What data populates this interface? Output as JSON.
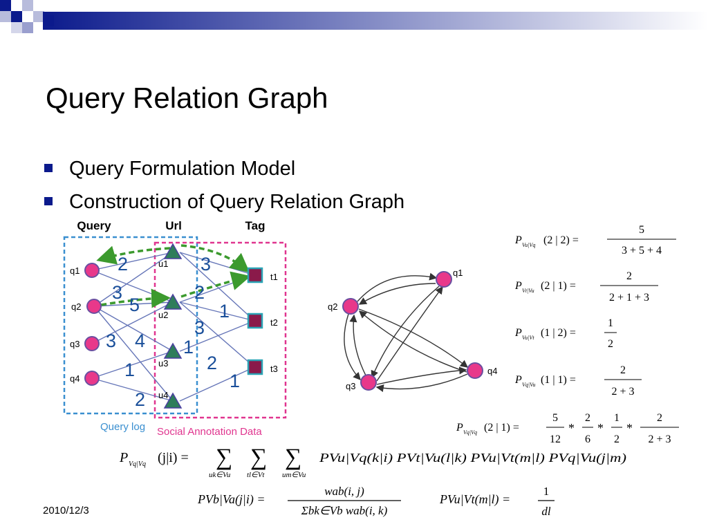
{
  "slide": {
    "title": "Query Relation Graph",
    "bullets": [
      "Query Formulation Model",
      "Construction of Query Relation Graph"
    ],
    "date": "2010/12/3"
  },
  "diagram": {
    "column_headers": {
      "query": "Query",
      "url": "Url",
      "tag": "Tag"
    },
    "group_labels": {
      "query_log": "Query log",
      "social": "Social Annotation Data"
    },
    "query_nodes": [
      "q1",
      "q2",
      "q3",
      "q4"
    ],
    "url_nodes": [
      "u1",
      "u2",
      "u3",
      "u4"
    ],
    "tag_nodes": [
      "t1",
      "t2",
      "t3"
    ],
    "weights_left": [
      "2",
      "3",
      "5",
      "3",
      "4",
      "1",
      "2"
    ],
    "weights_right": [
      "3",
      "2",
      "1",
      "3",
      "1",
      "2",
      "1"
    ],
    "colors": {
      "query": "#e8388a",
      "url": "#2e7d5a",
      "tag": "#8a1a4a",
      "blue_box": "#3a8fd0",
      "pink_box": "#e0358f",
      "weight_text": "#1a4f9a",
      "green_arrow": "#3c9a2e"
    }
  },
  "relation_graph": {
    "nodes": [
      "q1",
      "q2",
      "q3",
      "q4"
    ]
  },
  "probabilities": [
    {
      "label": "P",
      "sub": "Vu|Vq",
      "args": "(2 | 2) =",
      "num": "5",
      "den": "3 + 5 + 4"
    },
    {
      "label": "P",
      "sub": "Vt|Vu",
      "args": "(2 | 1) =",
      "num": "2",
      "den": "2 + 1 + 3"
    },
    {
      "label": "P",
      "sub": "Vu|Vt",
      "args": "(1 | 2) =",
      "num": "1",
      "den": "2"
    },
    {
      "label": "P",
      "sub": "Vq|Vu",
      "args": "(1 | 1) =",
      "num": "2",
      "den": "2 + 3"
    },
    {
      "label": "P",
      "sub": "Vq|Vq",
      "args": "(2 | 1) =",
      "num": "5",
      "den": "12"
    }
  ],
  "chain": {
    "f2_num": "2",
    "f2_den": "6",
    "f3_num": "1",
    "f3_den": "2",
    "f4_num": "2",
    "f4_den": "2 + 3",
    "star": "*"
  },
  "formulas": {
    "main_lhs": "P",
    "main_sub": "Vq|Vq",
    "main_args": "(j|i) =",
    "main_sums": [
      "uk∈Vu",
      "tl∈Vt",
      "um∈Vu"
    ],
    "main_terms": "PVu|Vq(k|i) PVt|Vu(l|k) PVu|Vt(m|l) PVq|Vu(j|m)",
    "vb_lhs": "PVb|Va(j|i) =",
    "vb_num": "wab(i, j)",
    "vb_den": "Σbk∈Vb wab(i, k)",
    "ut_lhs": "PVu|Vt(m|l) =",
    "ut_num": "1",
    "ut_den": "dl"
  }
}
